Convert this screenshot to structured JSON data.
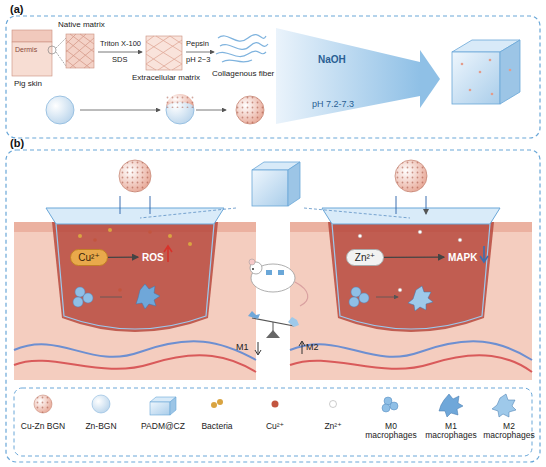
{
  "diagram": {
    "nodes": [
      {
        "text": [
          "Cu²⁺"
        ]
      },
      {
        "text": [
          "ROS"
        ]
      },
      {
        "text": [
          "Zn²⁺"
        ]
      },
      {
        "text": [
          "MAPK"
        ]
      }
    ],
    "edges": [
      {
        "from": 0,
        "to": 1,
        "arrow": "to"
      },
      {
        "from": 2,
        "to": 3,
        "arrow": "to"
      }
    ],
    "labels": [
      "(a)",
      "Dermis",
      "Pig skin",
      "Native matrix",
      "Triton X-100",
      "SDS",
      "Extracellular matrix",
      "Pepsin",
      "pH 2~3",
      "Collagenous fiber",
      "NaOH",
      "pH 7.2-7.3",
      "(b)",
      "M1",
      "M2"
    ],
    "legend": [
      {
        "text": "Cu-Zn BGN"
      },
      {
        "text": "Zn-BGN"
      },
      {
        "text": "PADM@CZ"
      },
      {
        "text": "Bacteria"
      },
      {
        "text": "Cu²⁺"
      },
      {
        "text": "Zn²⁺"
      },
      {
        "text": "M0 macrophages"
      },
      {
        "text": "M1 macrophages"
      },
      {
        "text": "M2 macrophages"
      }
    ]
  }
}
